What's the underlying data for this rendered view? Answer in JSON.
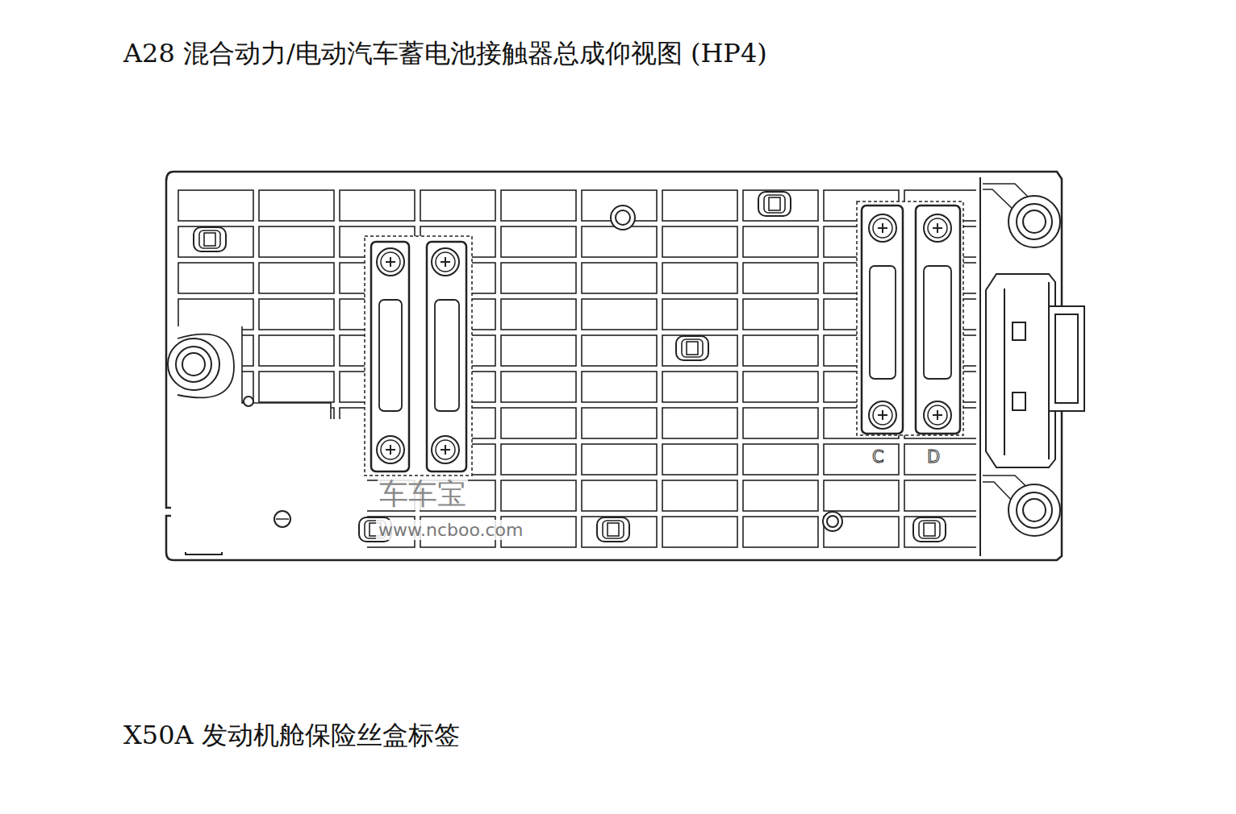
{
  "diagram": {
    "title": "A28 混合动力/电动汽车蓄电池接触器总成仰视图 (HP4)",
    "labels": [
      "C",
      "D",
      "车车宝",
      "www.ncboo.com",
      "X50A 发动机舱保险丝盒标签"
    ]
  }
}
